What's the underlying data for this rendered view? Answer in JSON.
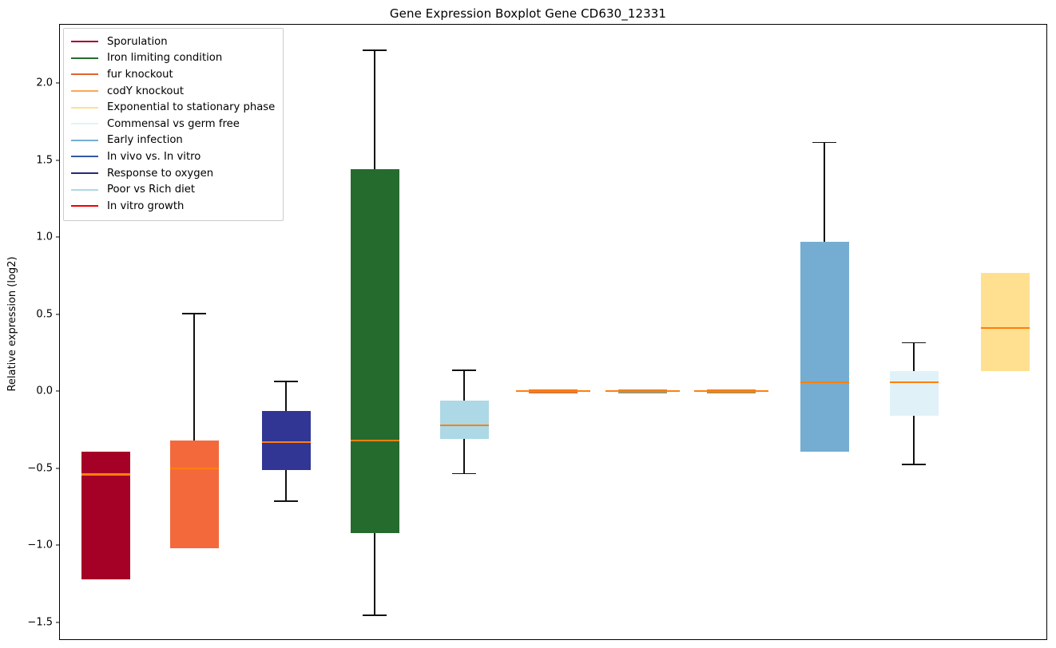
{
  "chart_data": {
    "type": "boxplot",
    "title": "Gene Expression Boxplot Gene CD630_12331",
    "xlabel": "",
    "ylabel": "Relative expression (log2)",
    "ylim": [
      -1.62,
      2.38
    ],
    "yticks": [
      "2.0",
      "1.5",
      "1.0",
      "0.5",
      "0.0",
      "−0.5",
      "−1.0",
      "−1.5"
    ],
    "ytick_values": [
      2.0,
      1.5,
      1.0,
      0.5,
      0.0,
      -0.5,
      -1.0,
      -1.5
    ],
    "grid": false,
    "legend_position": "upper left",
    "median_color": "#ff7f0e",
    "whisker_color": "#111111",
    "series": [
      {
        "name": "Sporulation",
        "color": "#a50026",
        "q1": -1.22,
        "median": -0.54,
        "q3": -0.39,
        "whisker_low": -1.22,
        "whisker_high": -0.39,
        "x_center": 131
      },
      {
        "name": "fur knockout",
        "color": "#f4693c",
        "q1": -1.02,
        "median": -0.5,
        "q3": -0.32,
        "whisker_low": -1.02,
        "whisker_high": 0.51,
        "x_center": 242
      },
      {
        "name": "Response to oxygen",
        "color": "#313695",
        "q1": -0.51,
        "median": -0.33,
        "q3": -0.13,
        "whisker_low": -0.71,
        "whisker_high": 0.07,
        "x_center": 357
      },
      {
        "name": "Iron limiting condition",
        "color": "#256b2e",
        "q1": -0.92,
        "median": -0.32,
        "q3": 1.44,
        "whisker_low": -1.45,
        "whisker_high": 2.22,
        "x_center": 468
      },
      {
        "name": "Poor vs Rich diet",
        "color": "#add8e6",
        "q1": -0.31,
        "median": -0.22,
        "q3": -0.06,
        "whisker_low": -0.53,
        "whisker_high": 0.14,
        "x_center": 580
      },
      {
        "name": "fur knockout",
        "color": "#e0752f",
        "q1": 0.0,
        "median": 0.0,
        "q3": 0.0,
        "whisker_low": 0.0,
        "whisker_high": 0.0,
        "x_center": 691
      },
      {
        "name": "codY knockout",
        "color": "#a8946b",
        "q1": 0.0,
        "median": 0.0,
        "q3": 0.0,
        "whisker_low": 0.0,
        "whisker_high": 0.0,
        "x_center": 803
      },
      {
        "name": "In vitro growth",
        "color": "#c98a3c",
        "q1": 0.0,
        "median": 0.0,
        "q3": 0.0,
        "whisker_low": 0.0,
        "whisker_high": 0.0,
        "x_center": 914
      },
      {
        "name": "Early infection",
        "color": "#74add1",
        "q1": -0.39,
        "median": 0.06,
        "q3": 0.97,
        "whisker_low": -0.39,
        "whisker_high": 1.62,
        "x_center": 1031
      },
      {
        "name": "Commensal vs germ free",
        "color": "#e0f2f8",
        "q1": -0.16,
        "median": 0.06,
        "q3": 0.13,
        "whisker_low": -0.47,
        "whisker_high": 0.32,
        "x_center": 1143
      },
      {
        "name": "Exponential to stationary phase",
        "color": "#fee090",
        "q1": 0.13,
        "median": 0.41,
        "q3": 0.77,
        "whisker_low": 0.13,
        "whisker_high": 0.77,
        "x_center": 1257
      }
    ]
  },
  "legend": {
    "items": [
      {
        "label": "Sporulation",
        "color": "#a50026"
      },
      {
        "label": "Iron limiting condition",
        "color": "#256b2e"
      },
      {
        "label": "fur knockout",
        "color": "#e0652a"
      },
      {
        "label": "codY knockout",
        "color": "#f8a85a"
      },
      {
        "label": "Exponential to stationary phase",
        "color": "#fee090"
      },
      {
        "label": "Commensal vs germ free",
        "color": "#e0f2f8"
      },
      {
        "label": "Early infection",
        "color": "#74add1"
      },
      {
        "label": "In vivo vs. In vitro",
        "color": "#3557a6"
      },
      {
        "label": "Response to oxygen",
        "color": "#232b79"
      },
      {
        "label": "Poor vs Rich diet",
        "color": "#add8e6"
      },
      {
        "label": "In vitro growth",
        "color": "#f00000"
      }
    ]
  }
}
